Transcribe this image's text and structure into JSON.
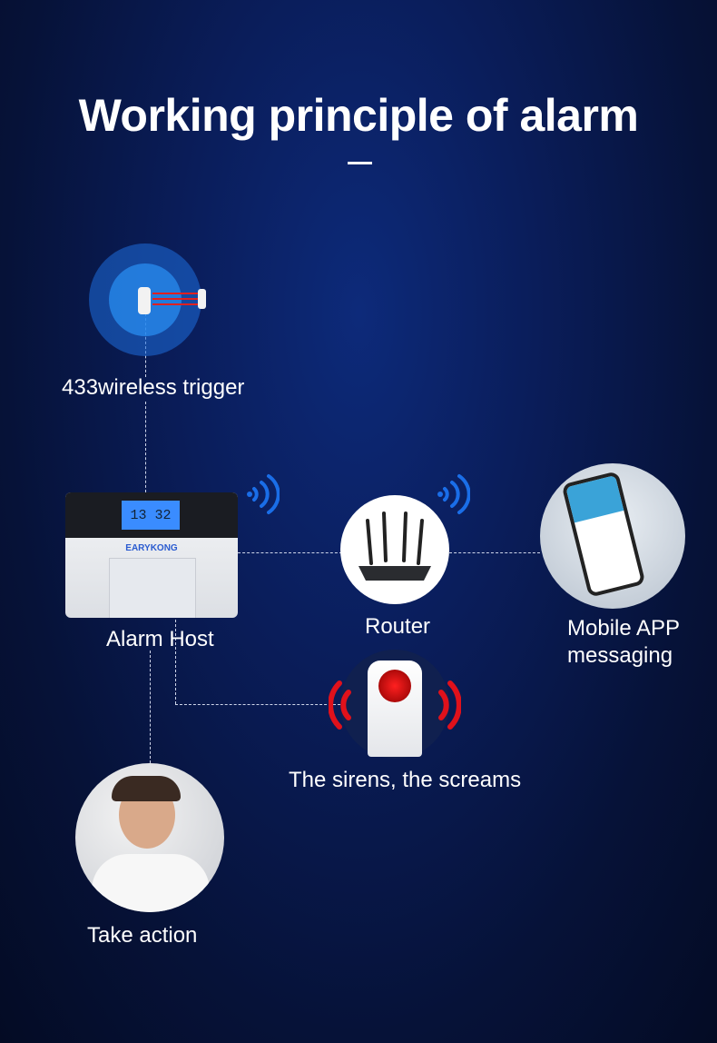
{
  "title": "Working principle of alarm",
  "colors": {
    "accent_blue": "#1a6ee8",
    "siren_red": "#e0111b",
    "background": "#0a1d5a"
  },
  "nodes": {
    "trigger": {
      "label": "433wireless trigger",
      "icon": "door-sensor-icon"
    },
    "host": {
      "label": "Alarm Host",
      "brand": "EARYKONG",
      "lcd_time": "13 32",
      "icon": "alarm-panel-icon"
    },
    "router": {
      "label": "Router",
      "icon": "router-icon"
    },
    "app": {
      "label_line1": "Mobile APP",
      "label_line2": "messaging",
      "icon": "smartphone-icon"
    },
    "siren": {
      "label": "The sirens, the screams",
      "icon": "siren-icon"
    },
    "action": {
      "label": "Take action",
      "icon": "person-phone-icon"
    }
  }
}
